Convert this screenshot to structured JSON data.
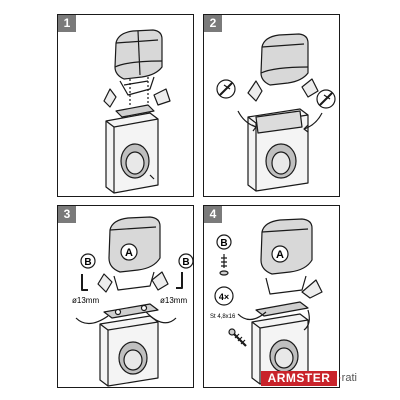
{
  "steps": [
    {
      "number": "1"
    },
    {
      "number": "2"
    },
    {
      "number": "3",
      "circle_a": "A",
      "circle_b": "B",
      "drill_left": "ø13mm",
      "drill_right": "ø13mm"
    },
    {
      "number": "4",
      "circle_a": "A",
      "circle_b": "B",
      "qty": "4×",
      "screw": "St 4,8x16"
    }
  ],
  "brand": {
    "name": "ARMSTER",
    "maker": "rati"
  },
  "colors": {
    "brand_red": "#c9232a",
    "step_badge": "#7a7a7a",
    "line": "#1a1a1a"
  }
}
